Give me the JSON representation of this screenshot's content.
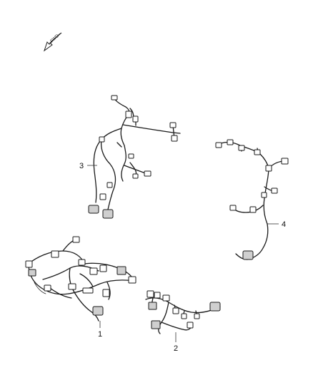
{
  "orientation": {
    "arrow_label": "FWD"
  },
  "callouts": [
    {
      "id": "1",
      "label": "1"
    },
    {
      "id": "2",
      "label": "2"
    },
    {
      "id": "3",
      "label": "3"
    },
    {
      "id": "4",
      "label": "4"
    }
  ]
}
